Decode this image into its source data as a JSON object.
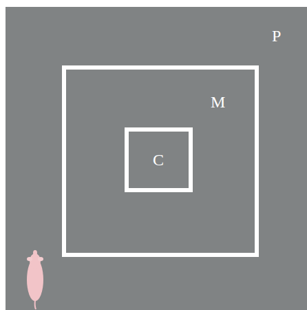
{
  "diagram": {
    "nodes": [
      {
        "text": [
          "P"
        ]
      },
      {
        "text": [
          "M"
        ],
        "in": 0
      },
      {
        "text": [
          "C"
        ],
        "in": 1
      }
    ]
  }
}
